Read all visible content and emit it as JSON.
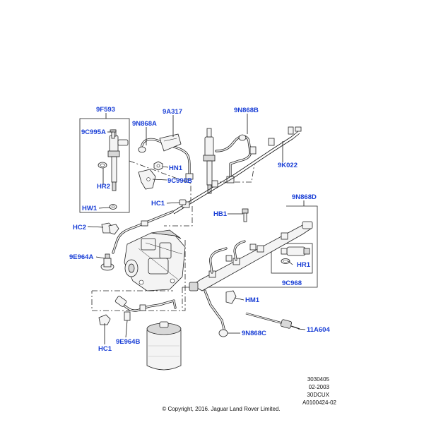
{
  "labels": {
    "p9F593": "9F593",
    "p9C995A": "9C995A",
    "p9N868A": "9N868A",
    "p9A317": "9A317",
    "p9N868B": "9N868B",
    "p9K022": "9K022",
    "pHN1": "HN1",
    "p9C995B": "9C995B",
    "pHR2": "HR2",
    "pHW1": "HW1",
    "pHC1top": "HC1",
    "pHB1": "HB1",
    "p9N868D": "9N868D",
    "pHC2": "HC2",
    "p9E964A": "9E964A",
    "pHR1": "HR1",
    "p9C968": "9C968",
    "pHM1": "HM1",
    "p9N868C": "9N868C",
    "p11A604": "11A604",
    "pHC1bottom": "HC1",
    "p9E964B": "9E964B"
  },
  "reference": {
    "line1": "3030405",
    "line2": "02-2003",
    "line3": "30DCUX",
    "line4": "A0100424-02"
  },
  "copyright": "© Copyright, 2016. Jaguar Land Rover Limited.",
  "colors": {
    "label": "#1a3fd6",
    "line": "#222222"
  }
}
